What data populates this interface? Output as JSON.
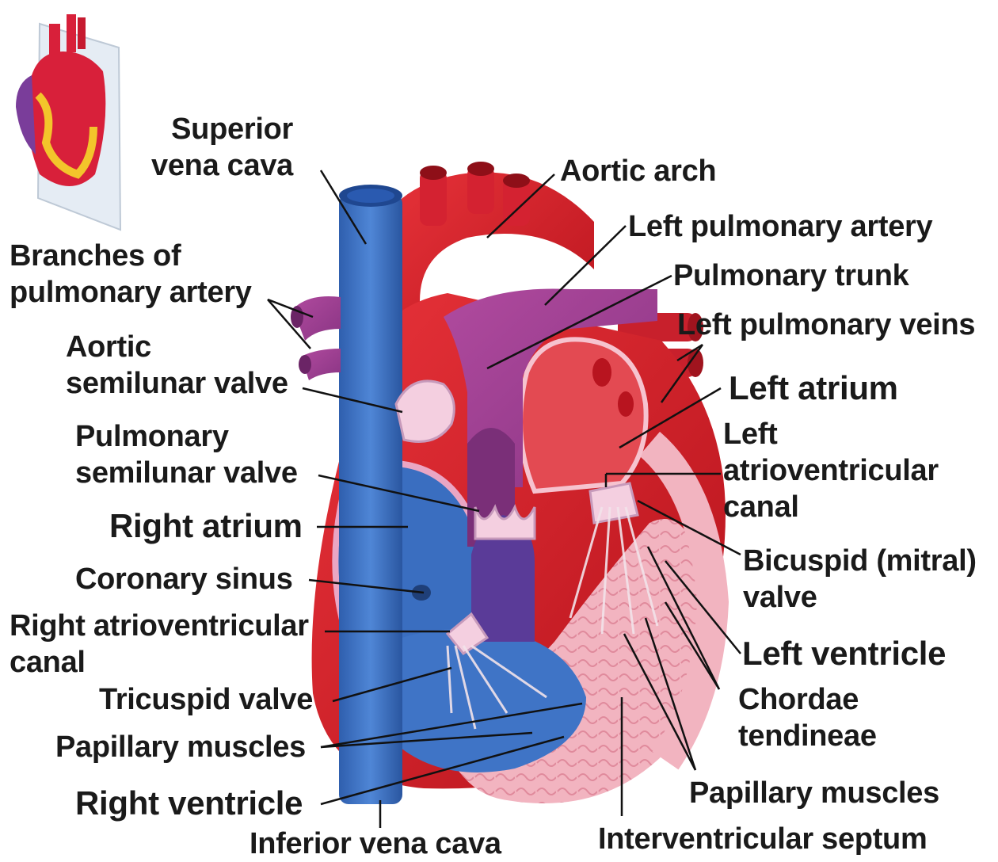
{
  "labels": {
    "superior_vena_cava": [
      "Superior",
      "vena cava"
    ],
    "aortic_arch": "Aortic arch",
    "left_pulmonary_artery": "Left pulmonary artery",
    "branches_of_pulmonary_artery": [
      "Branches of",
      "pulmonary artery"
    ],
    "pulmonary_trunk": "Pulmonary trunk",
    "left_pulmonary_veins": "Left pulmonary veins",
    "aortic_semilunar_valve": [
      "Aortic",
      "semilunar valve"
    ],
    "left_atrium": "Left atrium",
    "pulmonary_semilunar_valve": [
      "Pulmonary",
      "semilunar valve"
    ],
    "left_av_canal": [
      "Left",
      "atrioventricular",
      "canal"
    ],
    "right_atrium": "Right atrium",
    "bicuspid_valve": [
      "Bicuspid (mitral)",
      "valve"
    ],
    "coronary_sinus": "Coronary sinus",
    "right_av_canal": [
      "Right atrioventricular",
      "canal"
    ],
    "left_ventricle": "Left ventricle",
    "tricuspid_valve": "Tricuspid valve",
    "chordae_tendineae": [
      "Chordae",
      "tendineae"
    ],
    "papillary_muscles_right": "Papillary muscles",
    "right_ventricle": "Right ventricle",
    "papillary_muscles_left": "Papillary muscles",
    "inferior_vena_cava": "Inferior vena cava",
    "interventricular_septum": "Interventricular septum"
  }
}
